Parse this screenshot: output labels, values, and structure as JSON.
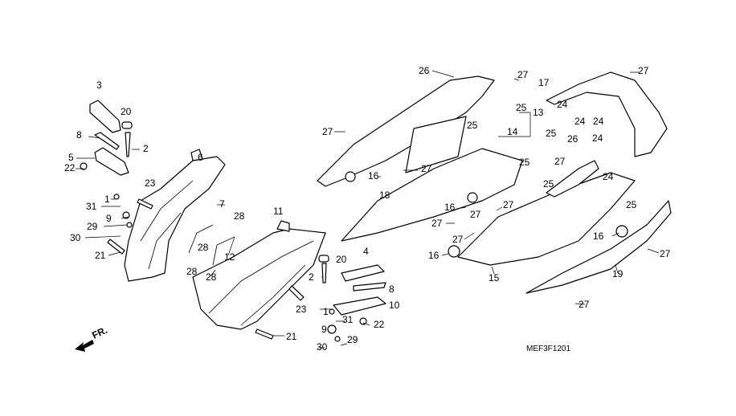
{
  "diagram_code": "MEF3F1201",
  "direction_label": "FR.",
  "labels": [
    "3",
    "20",
    "8",
    "2",
    "5",
    "22",
    "6",
    "23",
    "1",
    "31",
    "9",
    "29",
    "30",
    "21",
    "7",
    "28",
    "28",
    "28",
    "28",
    "12",
    "11",
    "20",
    "2",
    "4",
    "8",
    "10",
    "23",
    "1",
    "31",
    "22",
    "9",
    "21",
    "29",
    "30",
    "26",
    "27",
    "17",
    "27",
    "25",
    "13",
    "25",
    "14",
    "24",
    "24",
    "24",
    "24",
    "27",
    "25",
    "26",
    "27",
    "25",
    "25",
    "24",
    "16",
    "27",
    "18",
    "16",
    "27",
    "27",
    "27",
    "27",
    "16",
    "25",
    "16",
    "27",
    "15",
    "19",
    "27"
  ]
}
